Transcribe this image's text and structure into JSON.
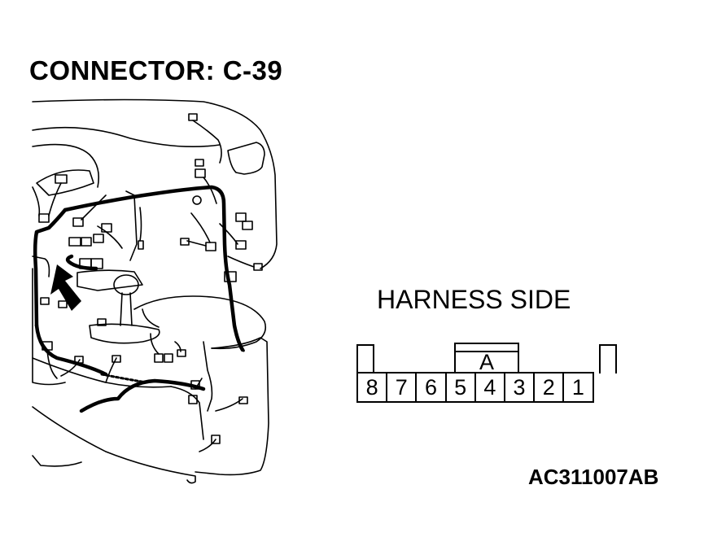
{
  "diagram": {
    "title": "CONNECTOR: C-39",
    "harness_label": "HARNESS SIDE",
    "figure_code": "AC311007AB",
    "connector": {
      "key_label": "A",
      "pins": [
        "8",
        "7",
        "6",
        "5",
        "4",
        "3",
        "2",
        "1"
      ]
    }
  }
}
